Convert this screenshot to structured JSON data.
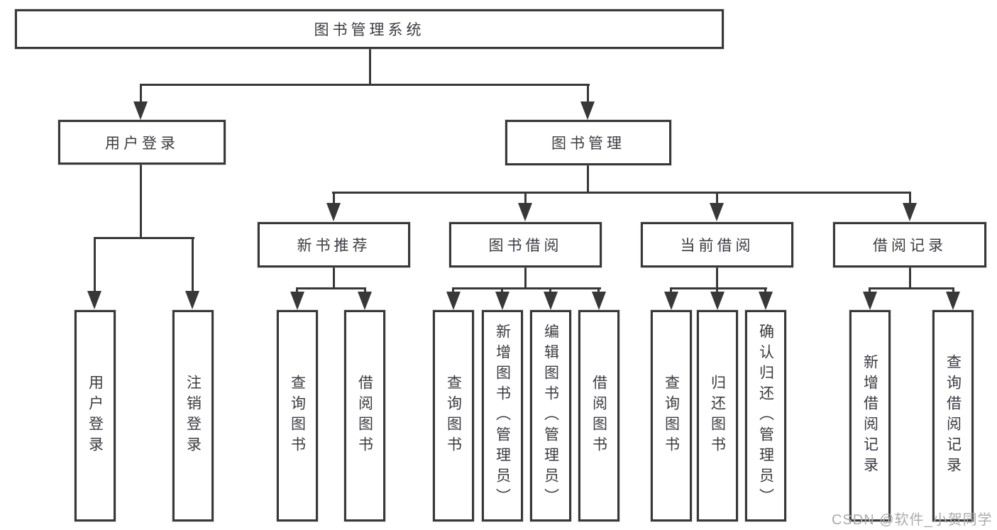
{
  "diagram": {
    "type": "hierarchy-tree",
    "root": {
      "label": "图书管理系统",
      "children": [
        {
          "label": "用户登录",
          "children": [
            {
              "label": "用户登录"
            },
            {
              "label": "注销登录"
            }
          ]
        },
        {
          "label": "图书管理",
          "children": [
            {
              "label": "新书推荐",
              "children": [
                {
                  "label": "查询图书"
                },
                {
                  "label": "借阅图书"
                }
              ]
            },
            {
              "label": "图书借阅",
              "children": [
                {
                  "label": "查询图书"
                },
                {
                  "label": "新增图书（管理员）"
                },
                {
                  "label": "编辑图书（管理员）"
                },
                {
                  "label": "借阅图书"
                }
              ]
            },
            {
              "label": "当前借阅",
              "children": [
                {
                  "label": "查询图书"
                },
                {
                  "label": "归还图书"
                },
                {
                  "label": "确认归还（管理员）"
                }
              ]
            },
            {
              "label": "借阅记录",
              "children": [
                {
                  "label": "新增借阅记录"
                },
                {
                  "label": "查询借阅记录"
                }
              ]
            }
          ]
        }
      ]
    }
  },
  "watermark": {
    "text": "CSDN @软件_小贺同学"
  },
  "colors": {
    "line": "#383838",
    "box_border": "#383838",
    "text": "#3b3b42",
    "watermark": "#ababab",
    "background": "#ffffff"
  }
}
